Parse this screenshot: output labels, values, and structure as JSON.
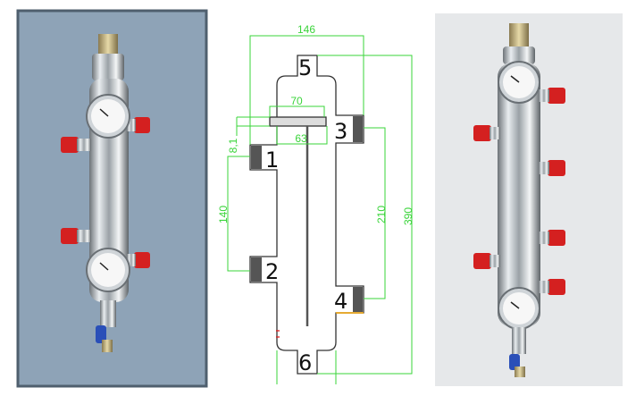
{
  "diagram": {
    "dimensions": {
      "overall_width": "146",
      "plate_width": "70",
      "plate_thickness": "8,1",
      "inner_width": "63",
      "left_port_spacing": "140",
      "right_port_spacing": "210",
      "overall_height": "390"
    },
    "ports": [
      "1",
      "2",
      "3",
      "4",
      "5",
      "6"
    ]
  },
  "colors": {
    "dimension_green": "#3ad43a",
    "cap_red": "#d42020",
    "left_photo_bg": "#8ea3b7",
    "right_photo_bg": "#e6e8ea",
    "valve_blue": "#2a4fb8"
  }
}
